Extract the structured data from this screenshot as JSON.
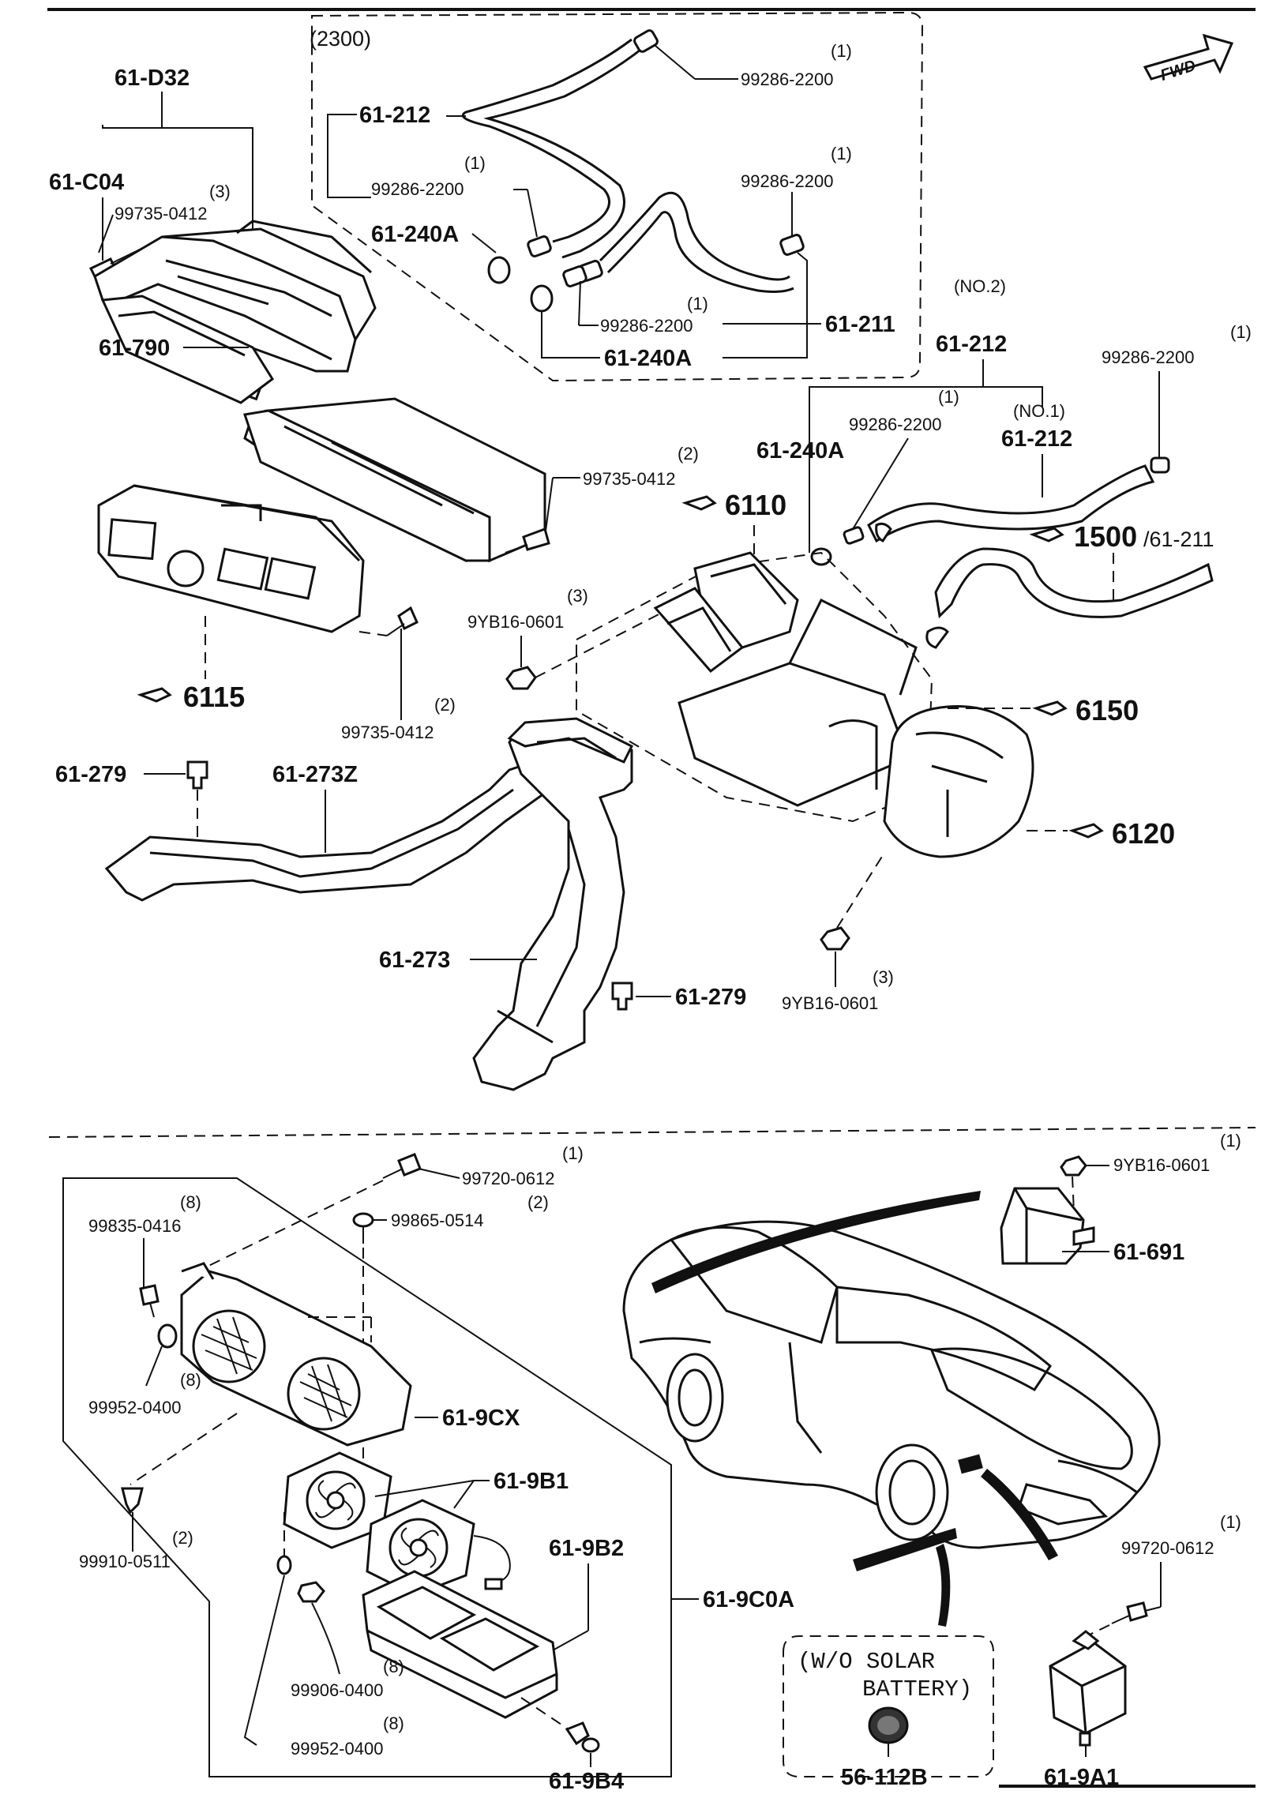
{
  "labels": {
    "grp2300": "(2300)",
    "d32": "61-D32",
    "c04": "61-C04",
    "q3a": "(3)",
    "s0412a": "99735-0412",
    "p212a": "61-212",
    "q1a": "(1)",
    "c2200a": "99286-2200",
    "p240a1": "61-240A",
    "q1b": "(1)",
    "c2200b": "99286-2200",
    "q1c": "(1)",
    "c2200c": "99286-2200",
    "q1d": "(1)",
    "c2200d": "99286-2200",
    "p211a": "61-211",
    "p240a2": "61-240A",
    "fwd": "FWD",
    "no2": "(NO.2)",
    "p212b": "61-212",
    "q1e": "(1)",
    "c2200e": "99286-2200",
    "q1f": "(1)",
    "c2200f": "99286-2200",
    "no1": "(NO.1)",
    "p212c": "61-212",
    "p240a3": "61-240A",
    "p790": "61-790",
    "q2a": "(2)",
    "s0412b": "99735-0412",
    "ref6110": "6110",
    "ref1500": "1500",
    "ref1500b": "/61-211",
    "q3b": "(3)",
    "n0601a": "9YB16-0601",
    "ref6115": "6115",
    "q2b": "(2)",
    "s0412c": "99735-0412",
    "ref6150": "6150",
    "p279a": "61-279",
    "p273z": "61-273Z",
    "ref6120": "6120",
    "p273": "61-273",
    "p279b": "61-279",
    "q3c": "(3)",
    "n0601b": "9YB16-0601",
    "q1g": "(1)",
    "b0612a": "99720-0612",
    "q2c": "(2)",
    "s0514": "99865-0514",
    "q8a": "(8)",
    "s0416": "99835-0416",
    "q1h": "(1)",
    "n0601c": "9YB16-0601",
    "p691": "61-691",
    "q8b": "(8)",
    "w0400a": "99952-0400",
    "p9cx": "61-9CX",
    "p9b1": "61-9B1",
    "p9b2": "61-9B2",
    "q2d": "(2)",
    "c0511": "99910-0511",
    "p9c0a": "61-9C0A",
    "q1i": "(1)",
    "b0612b": "99720-0612",
    "wo_solar_1": "(W/O SOLAR",
    "wo_solar_2": "BATTERY)",
    "q8c": "(8)",
    "n0400": "99906-0400",
    "q8d": "(8)",
    "w0400b": "99952-0400",
    "p9b4": "61-9B4",
    "p112b": "56-112B",
    "p9a1": "61-9A1"
  },
  "icons": [
    "pointing-hand-icon",
    "fwd-arrow-icon"
  ]
}
